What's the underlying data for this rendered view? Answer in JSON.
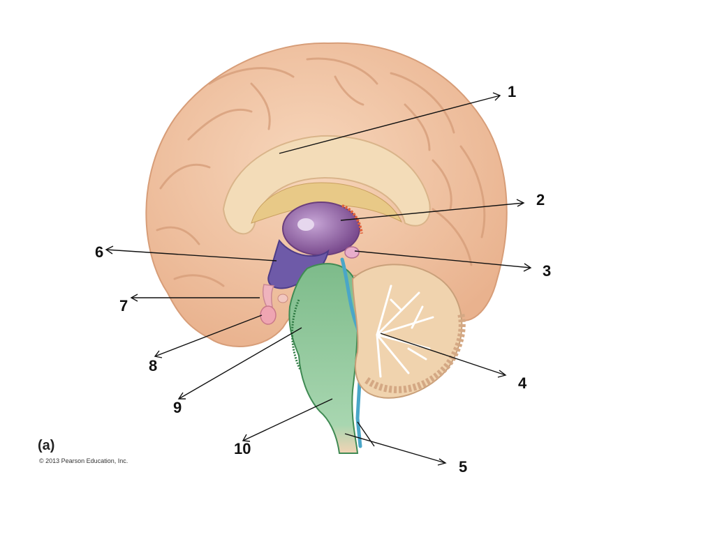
{
  "figure": {
    "panel_label": "(a)",
    "copyright": "© 2013 Pearson Education, Inc."
  },
  "labels": [
    "1",
    "2",
    "3",
    "4",
    "5",
    "6",
    "7",
    "8",
    "9",
    "10"
  ],
  "colors": {
    "cerebrum": "#f2c7a6",
    "corpus_callosum": "#f3dcb8",
    "thalamus": "#8d5a9e",
    "hypothalamus": "#6e5aa8",
    "brainstem": "#8fc79a",
    "cerebellum": "#f0d3ae",
    "pituitary": "#efb3bd",
    "ventricle": "#4aa6c8"
  }
}
